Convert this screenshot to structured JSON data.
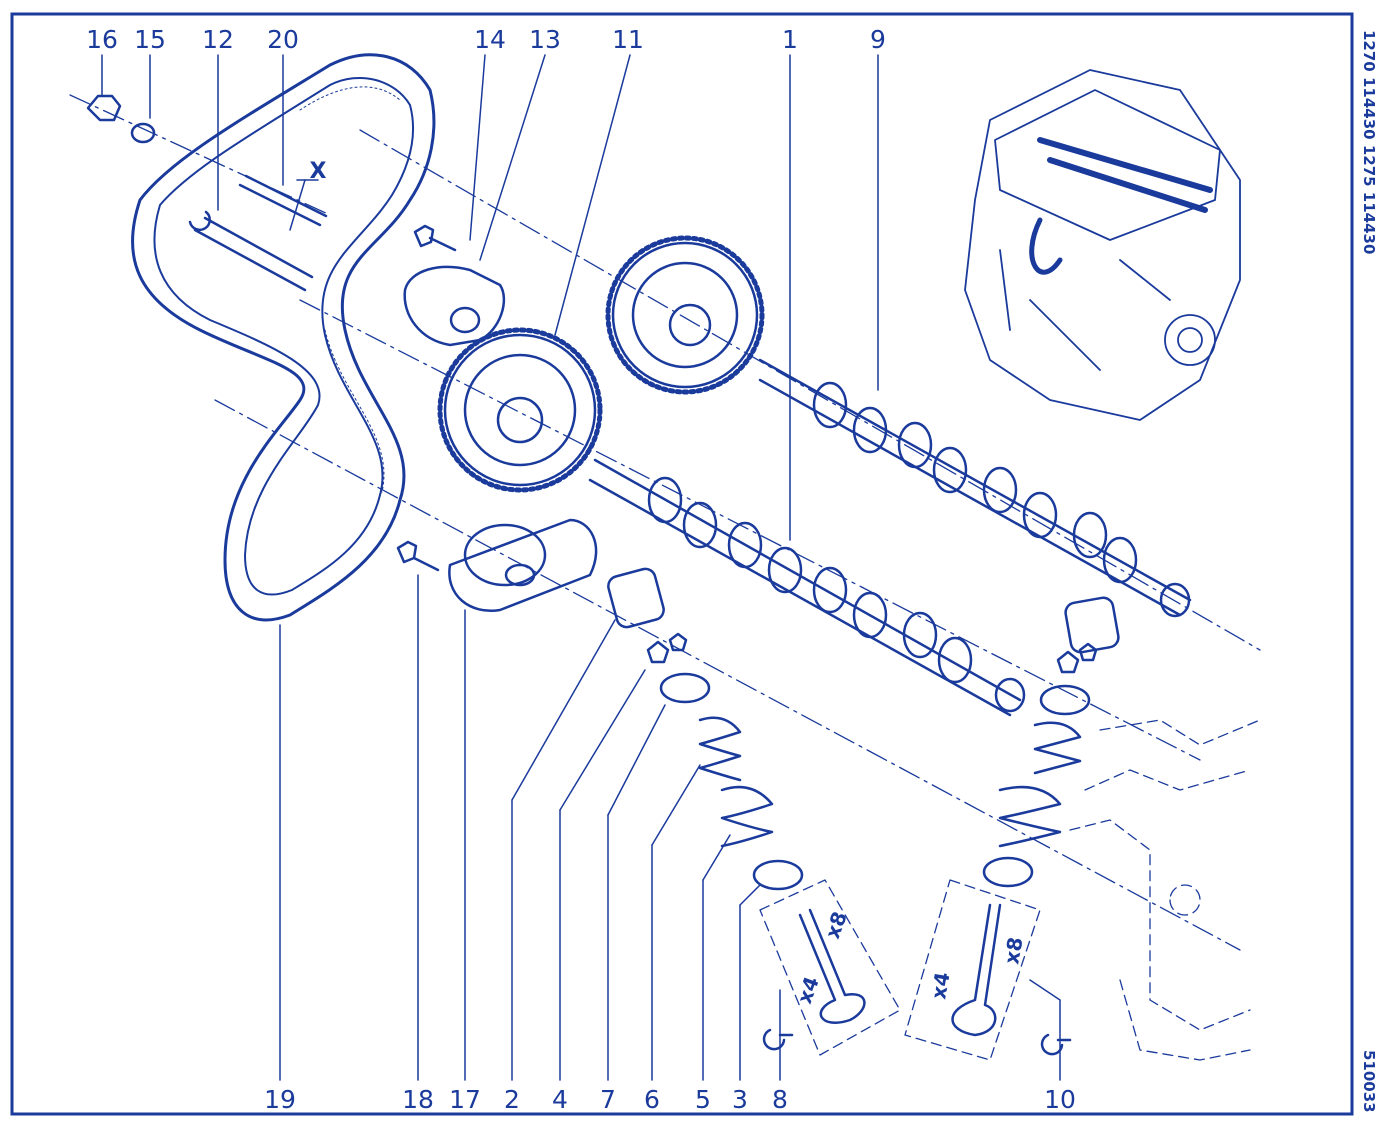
{
  "reference_codes": "1270 114430 1275 114430",
  "drawing_number": "510033",
  "dimension_label": "X",
  "quantities": {
    "left_valve_group": [
      "x8",
      "x4"
    ],
    "right_valve_group": [
      "x8",
      "x4"
    ]
  },
  "callouts_top": [
    "16",
    "15",
    "12",
    "20",
    "14",
    "13",
    "11",
    "1",
    "9"
  ],
  "callouts_bottom": [
    "19",
    "18",
    "17",
    "2",
    "4",
    "7",
    "6",
    "5",
    "3",
    "8",
    "10"
  ],
  "colors": {
    "ink": "#1a3a9c",
    "background": "#ffffff"
  }
}
